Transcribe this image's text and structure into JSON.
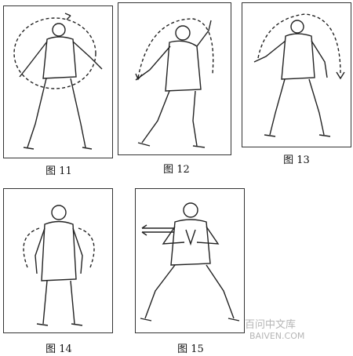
{
  "figures": [
    {
      "id": "fig11",
      "caption": "图 11"
    },
    {
      "id": "fig12",
      "caption": "图 12"
    },
    {
      "id": "fig13",
      "caption": "图 13"
    },
    {
      "id": "fig14",
      "caption": "图 14"
    },
    {
      "id": "fig15",
      "caption": "图 15"
    }
  ],
  "watermark": {
    "cn": "百问中文库",
    "en": "BAIVEN.COM"
  }
}
